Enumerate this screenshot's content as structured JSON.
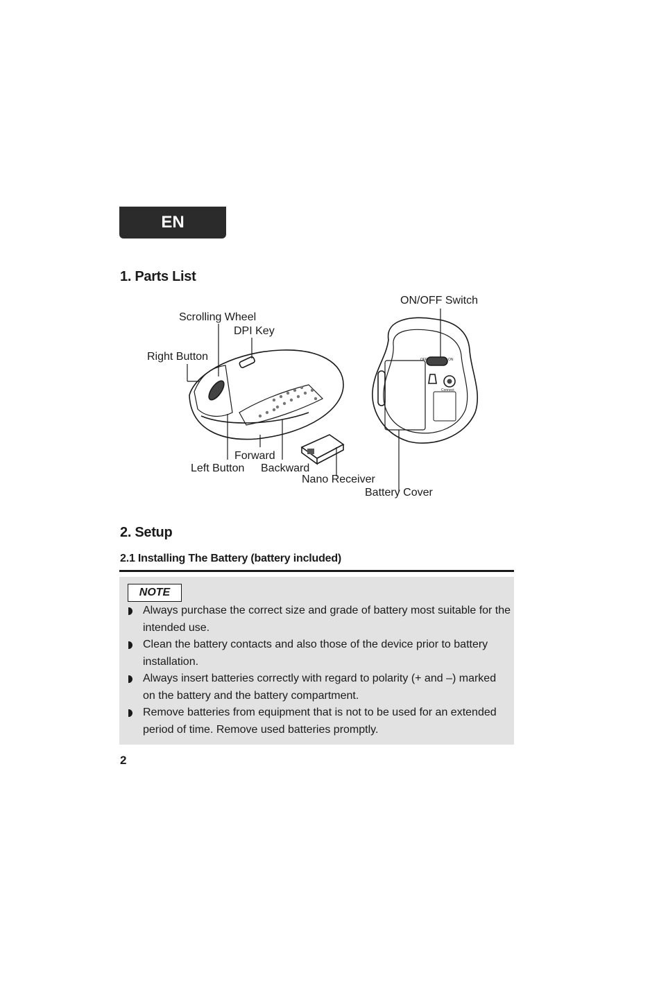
{
  "header": {
    "language_tab": "EN"
  },
  "section1": {
    "title": "1. Parts List",
    "callouts": {
      "scrolling_wheel": "Scrolling Wheel",
      "dpi_key": "DPI Key",
      "right_button": "Right Button",
      "forward": "Forward",
      "left_button": "Left Button",
      "backward": "Backward",
      "nano_receiver": "Nano Receiver",
      "on_off_switch": "ON/OFF Switch",
      "battery_cover": "Battery Cover"
    },
    "switch_labels": {
      "off": "OFF",
      "on": "ON",
      "connect": "Connect"
    }
  },
  "section2": {
    "title": "2. Setup",
    "subsection_title": "2.1 Installing The Battery (battery included)",
    "note": {
      "tag": "NOTE",
      "items": [
        "Always purchase the correct size and grade of battery most suitable for the intended use.",
        "Clean the battery contacts and also those of the device prior to battery installation.",
        "Always insert batteries correctly with regard to polarity (+ and –) marked on the battery and the battery compartment.",
        "Remove batteries from equipment that is not to be used for an extended period of time. Remove used batteries promptly."
      ]
    }
  },
  "footer": {
    "page_number": "2"
  }
}
